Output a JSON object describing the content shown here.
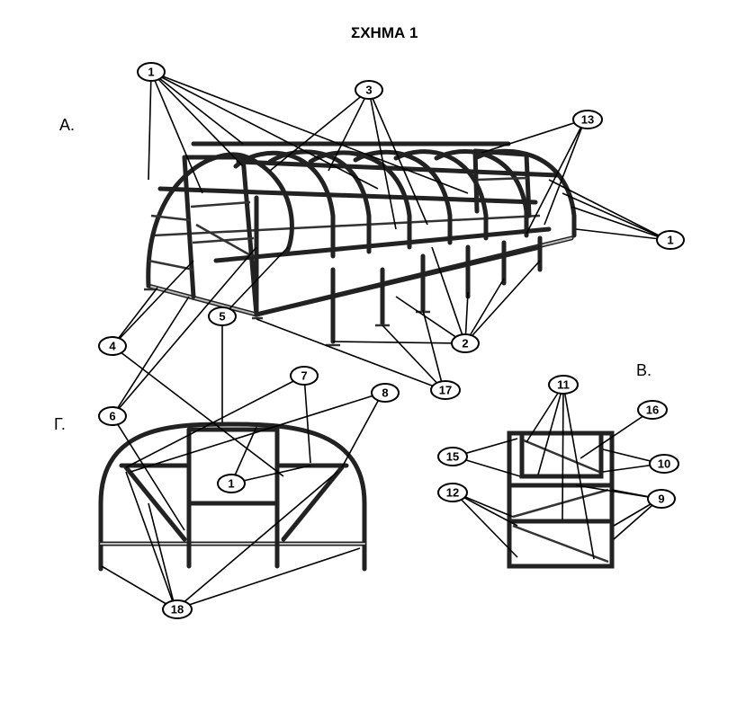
{
  "title": "ΣΧΗΜΑ 1",
  "sections": {
    "A": "Α.",
    "B": "Β.",
    "G": "Γ."
  },
  "callouts": {
    "c1a": "1",
    "c3": "3",
    "c13": "13",
    "c1b": "1",
    "c5": "5",
    "c4": "4",
    "c2": "2",
    "c17": "17",
    "c6": "6",
    "c7": "7",
    "c8": "8",
    "c1c": "1",
    "c18": "18",
    "c11": "11",
    "c16": "16",
    "c15": "15",
    "c10": "10",
    "c12": "12",
    "c9": "9"
  }
}
